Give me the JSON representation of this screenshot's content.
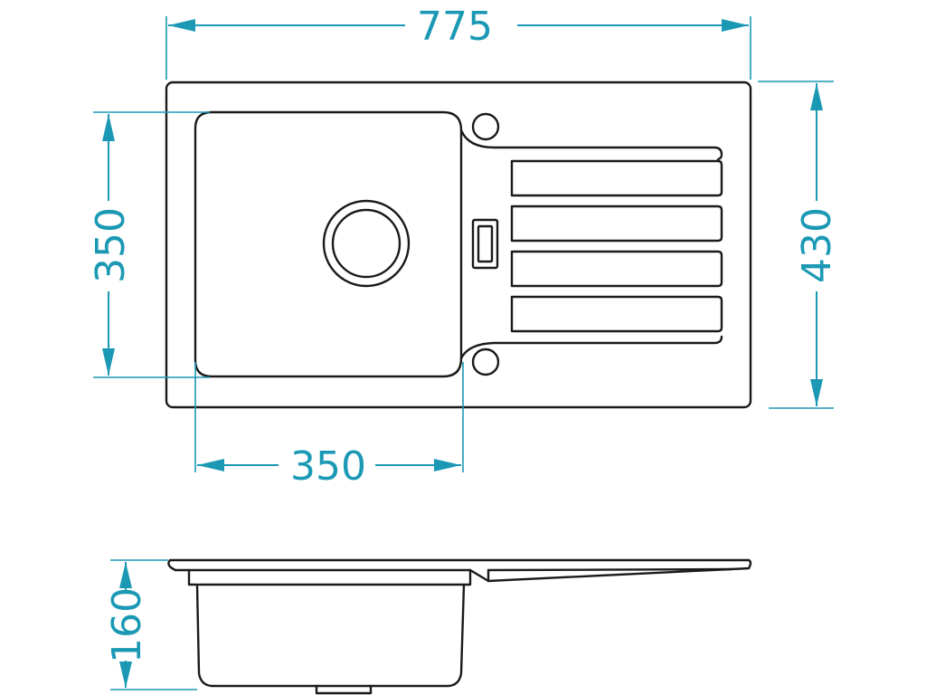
{
  "drawing": {
    "dimensions": {
      "overall_width": "775",
      "overall_depth": "430",
      "bowl_depth": "350",
      "bowl_width": "350",
      "bowl_height": "160"
    },
    "colors": {
      "dimension": "#1b99b4",
      "outline": "#1a1a1a",
      "background": "#ffffff"
    }
  }
}
